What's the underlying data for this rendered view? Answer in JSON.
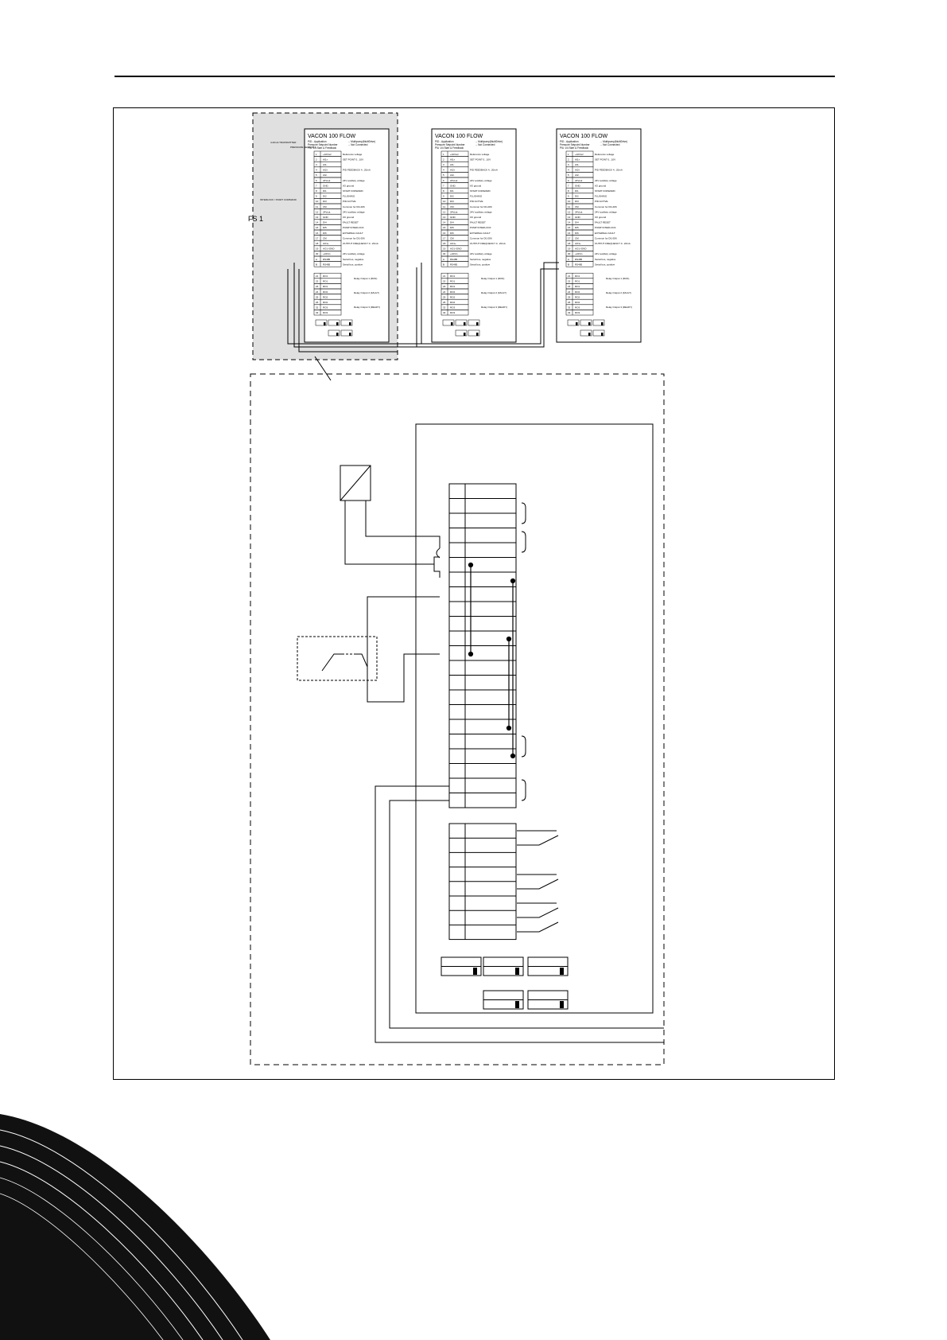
{
  "drives": [
    {
      "title": "VACON 100 FLOW",
      "line1": "PID - Application",
      "line2": "Pressure Setpoint Number",
      "line3": "PIU 1/4 Start & Feedback",
      "note1": "→ Multipump(MultiDrive)",
      "note2": "→ Not Connected"
    },
    {
      "title": "VACON 100 FLOW",
      "line1": "PID - Application",
      "line2": "Pressure Setpoint Number",
      "line3": "PIU 1/4 Start & Feedback",
      "note1": "→ Multipump(MultiDrive)",
      "note2": "→ Not Connected"
    },
    {
      "title": "VACON 100 FLOW",
      "line1": "PID - Application",
      "line2": "Pressure Setpoint Number",
      "line3": "PIU 1/4 Start & Feedback",
      "note1": "→ Multipump(MultiDrive)",
      "note2": "→ Not Connected"
    }
  ],
  "sensor_labels": {
    "transmitter": "4-20mA TRANSMITTER",
    "sensor": "PRESSURE SENSOR 1"
  },
  "interlock_label": "INTERLOCK / START COMMAND",
  "fs_label": "FS 1",
  "terminals": [
    "1",
    "2",
    "3",
    "4",
    "5",
    "6",
    "7",
    "8",
    "9",
    "10",
    "11",
    "12",
    "13",
    "14",
    "15",
    "16",
    "17",
    "18",
    "19",
    "30",
    "A",
    "B"
  ],
  "signals": [
    "+10Vref",
    "AI1+",
    "AI1-",
    "AI2+",
    "AI2-",
    "24Vout",
    "GND",
    "DI1",
    "DI2",
    "DI3",
    "CM",
    "24Vout",
    "GND",
    "DI4",
    "DI5",
    "DI6",
    "CM",
    "AO1+",
    "AO1-/GND",
    "+24Vin",
    "RS485",
    "RS485"
  ],
  "descriptions": [
    "Reference voltage",
    "SET POINT 0...10V",
    "",
    "PID FEEDBACK 4...20mA",
    "",
    "24V auxiliary voltage",
    "I/O ground",
    "START FORWARD",
    "FLUSHING",
    "PID ACTIVE",
    "Common for DI1-DI6",
    "24V auxiliary voltage",
    "I/O ground",
    "FAULT RESET",
    "PUMP INTERLOCK",
    "EXTERNAL FAULT",
    "Common for DI1-DI6",
    "OUTPUT FREQUENCY 0...20mA",
    "",
    "24V auxiliary voltage",
    "Serial bus, negative",
    "Serial bus, positive"
  ],
  "relay_terminals": [
    "21",
    "22",
    "23",
    "24",
    "25",
    "26",
    "32",
    "33"
  ],
  "relay_signals": [
    "RO1",
    "RO1",
    "RO1",
    "RO2",
    "RO2",
    "RO2",
    "RO3",
    "RO3"
  ],
  "relay_labels": [
    "Relay Output 1 (RUN)",
    "Relay Output 2 (FAULT)",
    "Relay Output 3 (READY)"
  ]
}
